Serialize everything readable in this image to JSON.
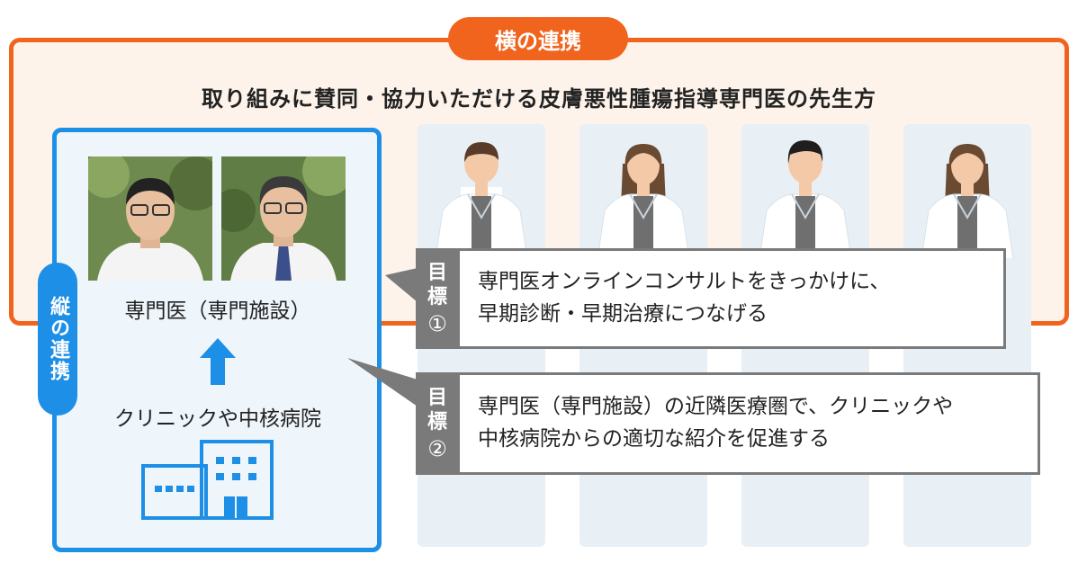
{
  "horizontal": {
    "tag": "横の連携",
    "title": "取り組みに賛同・協力いただける皮膚悪性腫瘍指導専門医の先生方"
  },
  "vertical": {
    "tag": "縦の連携",
    "specialist_label": "専門医（専門施設）",
    "clinic_label": "クリニックや中核病院"
  },
  "goals": [
    {
      "tag_line1": "目",
      "tag_line2": "標",
      "tag_num": "①",
      "line1": "専門医オンラインコンサルトをきっかけに、",
      "line2": "早期診断・早期治療につなげる"
    },
    {
      "tag_line1": "目",
      "tag_line2": "標",
      "tag_num": "②",
      "line1": "専門医（専門施設）の近隣医療圏で、クリニックや",
      "line2": "中核病院からの適切な紹介を促進する"
    }
  ],
  "icons": {
    "arrow": "up-arrow-icon",
    "building": "hospital-building-icon"
  },
  "colors": {
    "orange": "#f0641e",
    "blue": "#1e8fe6",
    "gray": "#7a7a7a"
  }
}
